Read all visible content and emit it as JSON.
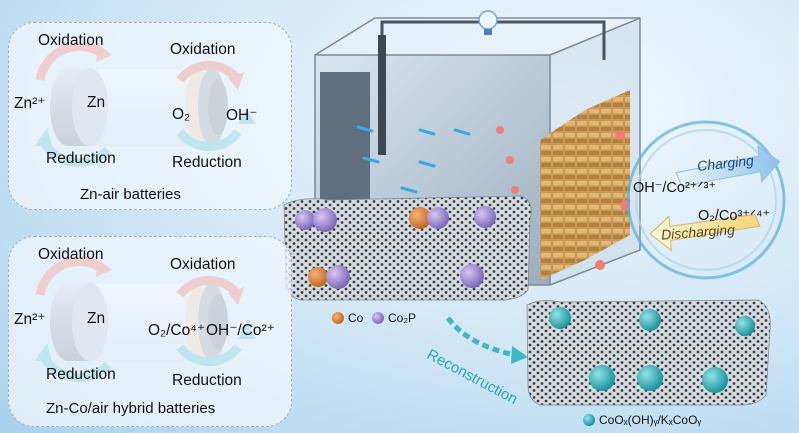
{
  "panel_top": {
    "oxidation_left": "Oxidation",
    "oxidation_right": "Oxidation",
    "zn2plus": "Zn²⁺",
    "zn": "Zn",
    "o2": "O₂",
    "oh": "OH⁻",
    "reduction_left": "Reduction",
    "reduction_right": "Reduction",
    "caption": "Zn-air batteries"
  },
  "panel_bottom": {
    "oxidation_left": "Oxidation",
    "oxidation_right": "Oxidation",
    "zn2plus": "Zn²⁺",
    "zn": "Zn",
    "o2co": "O₂/Co⁴⁺",
    "ohco": "OH⁻/Co²⁺",
    "reduction_left": "Reduction",
    "reduction_right": "Reduction",
    "caption": "Zn-Co/air hybrid batteries"
  },
  "cycle": {
    "left_species": "OH⁻/Co²⁺ᐟ³⁺",
    "right_species": "O₂/Co³⁺ᐟ⁴⁺",
    "charging": "Charging",
    "discharging": "Discharging"
  },
  "legend": {
    "co": "Co",
    "co2p": "Co₂P",
    "product": "CoOₓ(OH)ᵧ/KₓCoOᵧ"
  },
  "arrow_label": "Reconstruction",
  "bulb_icon": "lightbulb-icon",
  "colors": {
    "co_sphere": "#e07a2c",
    "co2p_sphere": "#9a7fd0",
    "product_sphere": "#26b5be",
    "oxidation_arrow": "#e4564a",
    "reduction_arrow": "#2bb3c7"
  }
}
